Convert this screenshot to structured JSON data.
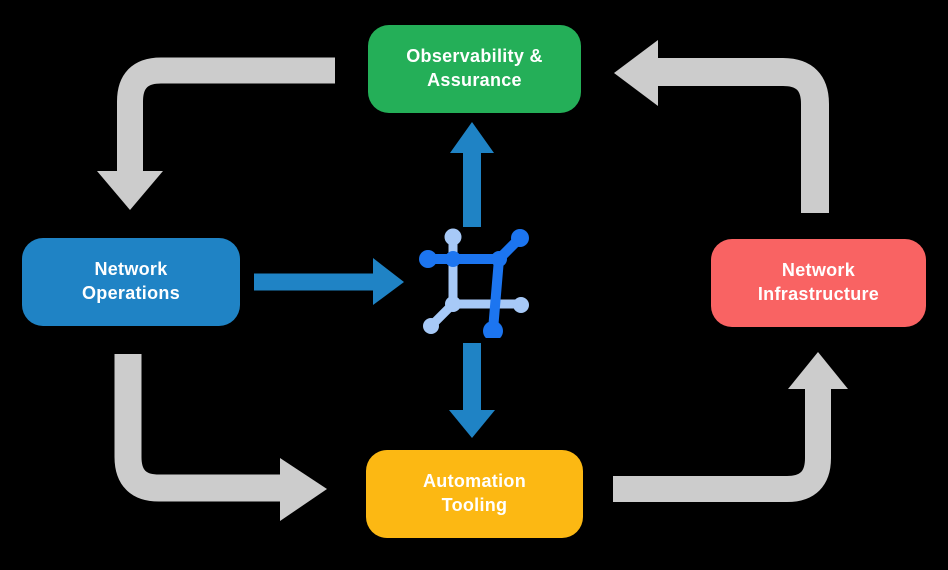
{
  "diagram": {
    "background_color": "#000000",
    "text_color": "#FFFFFF",
    "nodes": [
      {
        "id": "observability-assurance",
        "label": "Observability &\nAssurance",
        "color": "#24AF58"
      },
      {
        "id": "network-operations",
        "label": "Network\nOperations",
        "color": "#1F83C5"
      },
      {
        "id": "network-infrastructure",
        "label": "Network\nInfrastructure",
        "color": "#F96363"
      },
      {
        "id": "automation-tooling",
        "label": "Automation\nTooling",
        "color": "#FCB813"
      }
    ],
    "center_icon": {
      "name": "network-automation-icon",
      "dark_color": "#1C75F0",
      "light_color": "#A7C9F7"
    },
    "arrows": {
      "cycle_color": "#CCCCCC",
      "center_color": "#1F83C5",
      "cycle": [
        {
          "from": "observability-assurance",
          "to": "network-operations"
        },
        {
          "from": "network-operations",
          "to": "automation-tooling"
        },
        {
          "from": "automation-tooling",
          "to": "network-infrastructure"
        },
        {
          "from": "network-infrastructure",
          "to": "observability-assurance"
        }
      ],
      "center": [
        {
          "from": "network-operations",
          "to": "center-icon"
        },
        {
          "from": "center-icon",
          "to": "observability-assurance"
        },
        {
          "from": "center-icon",
          "to": "automation-tooling"
        }
      ]
    }
  }
}
